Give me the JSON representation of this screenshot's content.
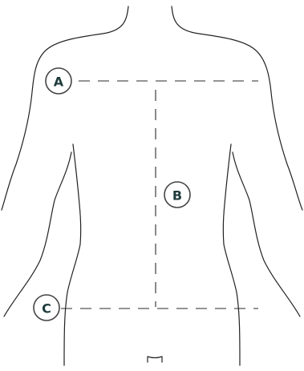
{
  "labels": {
    "a": "A",
    "b": "B",
    "c": "C"
  },
  "colors": {
    "outline": "#222222",
    "guide": "#2a2a2a",
    "badge_text": "#1f3b3b",
    "badge_border": "#444444"
  }
}
